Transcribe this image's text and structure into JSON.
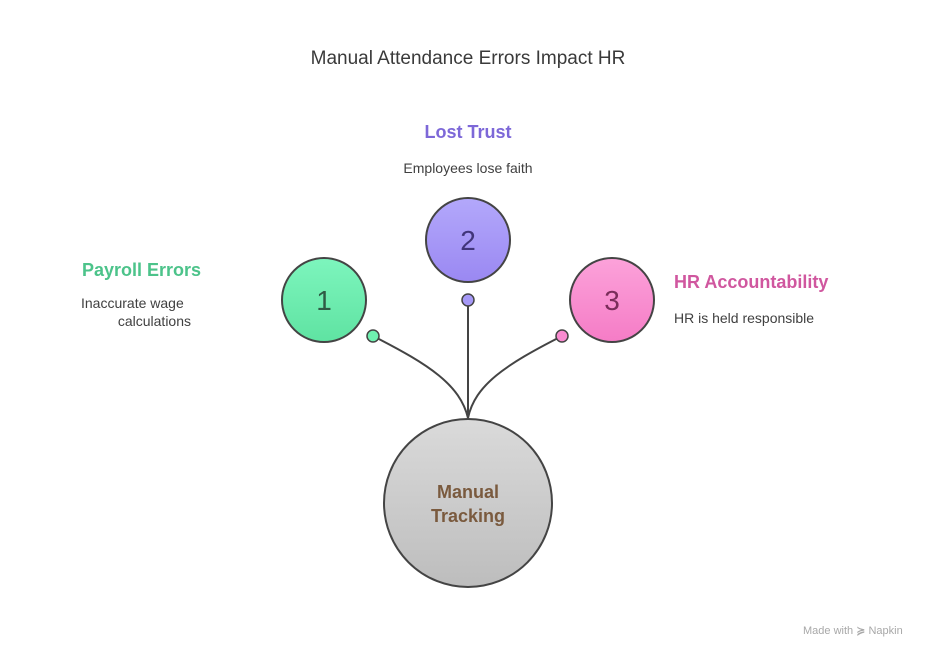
{
  "title": "Manual Attendance Errors Impact HR",
  "center": {
    "label_line1": "Manual",
    "label_line2": "Tracking"
  },
  "branches": [
    {
      "number": "1",
      "title": "Payroll Errors",
      "desc_line1": "Inaccurate wage",
      "desc_line2": "calculations",
      "color": "#4cc38a",
      "fill": "#6ff0b0"
    },
    {
      "number": "2",
      "title": "Lost Trust",
      "desc_line1": "Employees lose faith",
      "color": "#7d68d8",
      "fill": "#a699f7"
    },
    {
      "number": "3",
      "title": "HR Accountability",
      "desc_line1": "HR is held responsible",
      "color": "#d0579f",
      "fill": "#f98bd0"
    }
  ],
  "watermark": {
    "prefix": "Made with",
    "brand": "Napkin"
  }
}
